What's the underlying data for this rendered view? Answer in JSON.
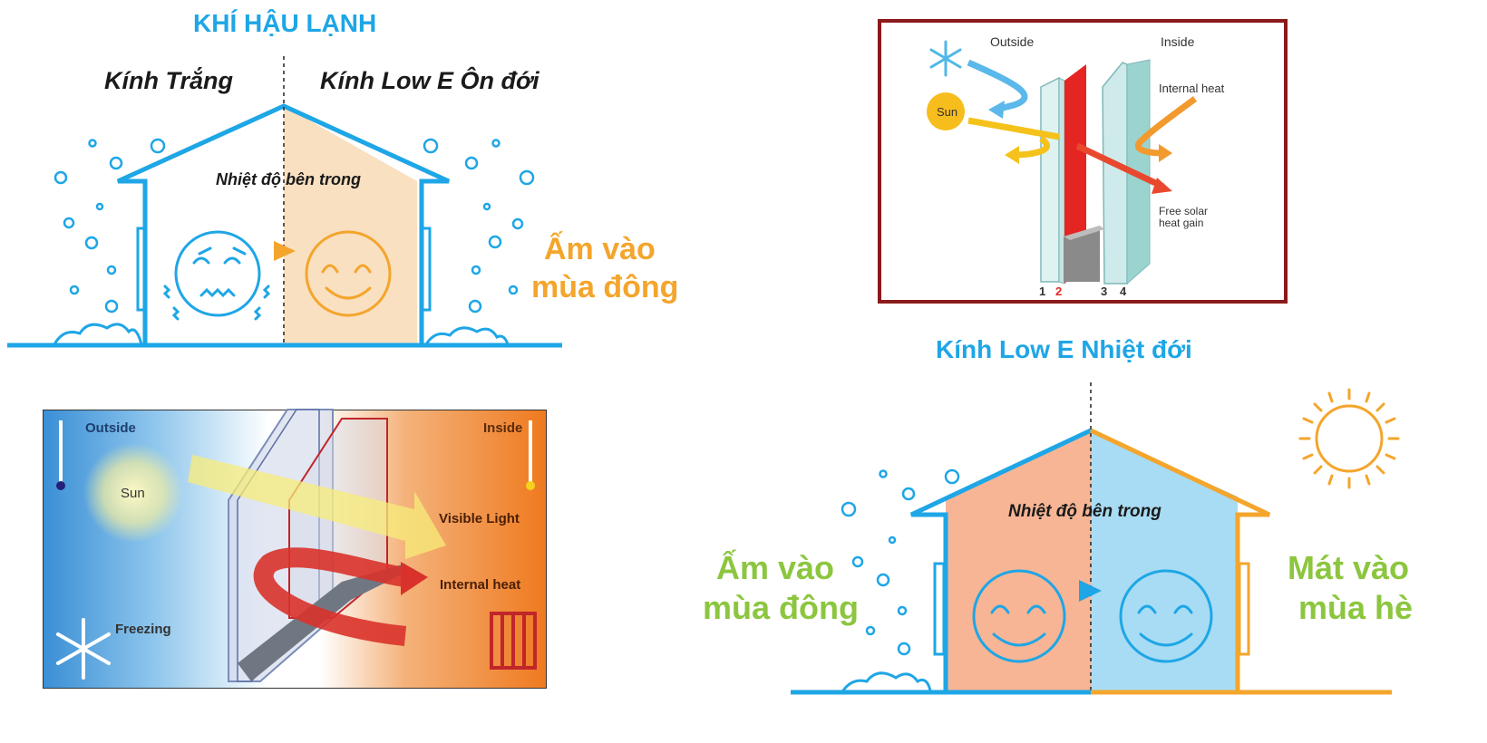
{
  "cold": {
    "title": "KHÍ HẬU LẠNH",
    "left_label": "Kính Trắng",
    "right_label": "Kính Low E Ôn đới",
    "inside_temp": "Nhiệt độ bên trong",
    "result_line1": "Ấm vào",
    "result_line2": "mùa đông"
  },
  "diagram_top_right": {
    "outside": "Outside",
    "inside": "Inside",
    "sun": "Sun",
    "internal_heat": "Internal heat",
    "free_solar_line1": "Free solar",
    "free_solar_line2": "heat gain",
    "surface_1": "1",
    "surface_2": "2",
    "surface_3": "3",
    "surface_4": "4"
  },
  "diagram_bottom_left": {
    "outside": "Outside",
    "inside": "Inside",
    "sun": "Sun",
    "visible_light": "Visible Light",
    "internal_heat": "Internal heat",
    "freezing": "Freezing"
  },
  "tropical": {
    "title": "Kính Low E Nhiệt đới",
    "inside_temp": "Nhiệt độ bên trong",
    "left_line1": "Ấm vào",
    "left_line2": "mùa đông",
    "right_line1": "Mát vào",
    "right_line2": "mùa hè"
  },
  "colors": {
    "blue": "#1ea6e6",
    "orange": "#f4a52c",
    "green": "#8cc63f",
    "peach": "#f9e0c0",
    "salmon": "#f7b595",
    "lightblue": "#a8dcf4",
    "red": "#e02020",
    "maroon": "#8b1a1a"
  }
}
